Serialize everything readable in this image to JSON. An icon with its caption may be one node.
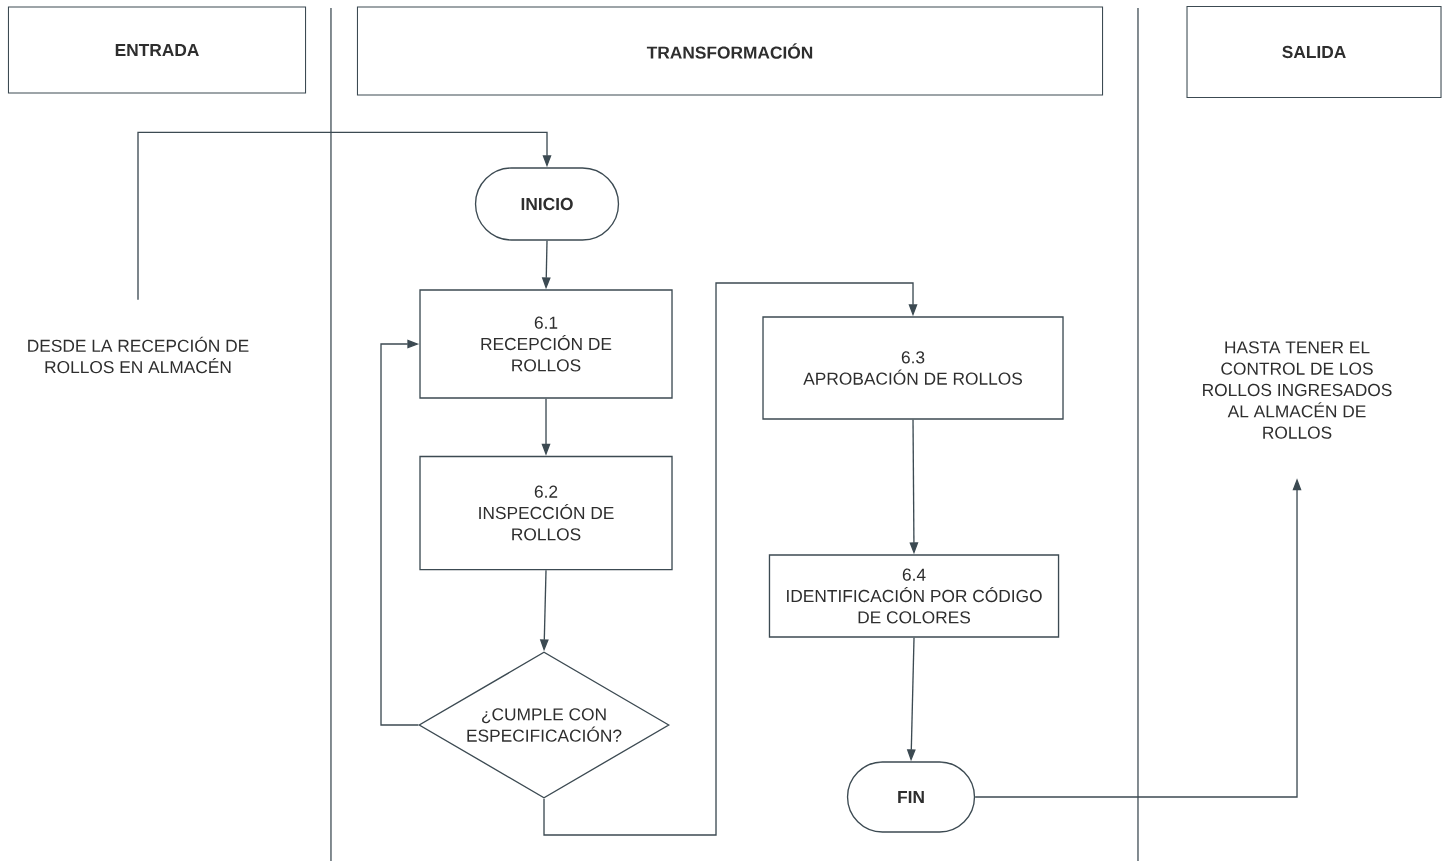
{
  "diagram": {
    "nodes": [
      {
        "text": [
          "ENTRADA"
        ]
      },
      {
        "text": [
          "TRANSFORMACIÓN"
        ]
      },
      {
        "text": [
          "SALIDA"
        ]
      },
      {
        "text": [
          "DESDE LA RECEPCIÓN DE ROLLOS EN ALMACÉN"
        ]
      },
      {
        "text": [
          "INICIO"
        ]
      },
      {
        "text": [
          "6.1",
          "RECEPCIÓN DE ROLLOS"
        ]
      },
      {
        "text": [
          "6.2",
          "INSPECCIÓN DE ROLLOS"
        ]
      },
      {
        "text": [
          "¿CUMPLE CON ESPECIFICACIÓN?"
        ]
      },
      {
        "text": [
          "6.3",
          "APROBACIÓN DE ROLLOS"
        ]
      },
      {
        "text": [
          "6.4",
          "IDENTIFICACIÓN POR CÓDIGO DE COLORES"
        ]
      },
      {
        "text": [
          "FIN"
        ]
      },
      {
        "text": [
          "HASTA TENER EL CONTROL DE LOS ROLLOS INGRESADOS AL ALMACÉN DE ROLLOS"
        ]
      }
    ],
    "edges": [
      {
        "from": 3,
        "to": 4,
        "arrow": "to"
      },
      {
        "from": 4,
        "to": 5,
        "arrow": "to"
      },
      {
        "from": 5,
        "to": 6,
        "arrow": "to"
      },
      {
        "from": 6,
        "to": 7,
        "arrow": "to"
      },
      {
        "from": 7,
        "to": 5,
        "arrow": "to"
      },
      {
        "from": 7,
        "to": 8,
        "arrow": "to"
      },
      {
        "from": 8,
        "to": 9,
        "arrow": "to"
      },
      {
        "from": 9,
        "to": 10,
        "arrow": "to"
      },
      {
        "from": 10,
        "to": 11,
        "arrow": "to"
      }
    ]
  }
}
